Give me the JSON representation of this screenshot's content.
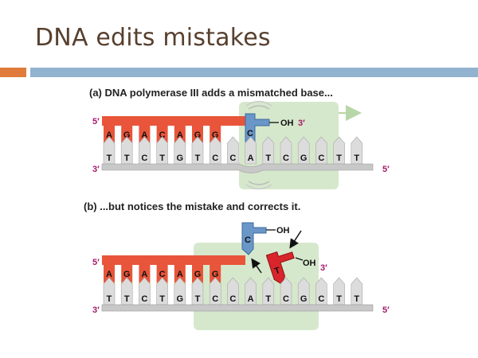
{
  "slide": {
    "title": "DNA edits mistakes"
  },
  "panel_a": {
    "caption": "(a) DNA polymerase III adds a mismatched base...",
    "top_5": "5′",
    "bottom_3": "3′",
    "bottom_5": "5′",
    "oh_label": "OH",
    "oh_3": "3′",
    "new_strand_bases": [
      "A",
      "G",
      "A",
      "C",
      "A",
      "G",
      "G"
    ],
    "mismatched_base": "C",
    "template_bases": [
      "T",
      "T",
      "C",
      "T",
      "G",
      "T",
      "C",
      "C",
      "A",
      "T",
      "C",
      "G",
      "C",
      "T",
      "T"
    ]
  },
  "panel_b": {
    "caption": "(b) ...but notices the mistake and corrects it.",
    "top_5": "5′",
    "bottom_3": "3′",
    "bottom_5": "5′",
    "removed_base": "C",
    "removed_oh": "OH",
    "incoming_base": "T",
    "incoming_oh": "OH",
    "incoming_3": "3′",
    "new_strand_bases": [
      "A",
      "G",
      "A",
      "C",
      "A",
      "G",
      "G"
    ],
    "template_bases": [
      "T",
      "T",
      "C",
      "T",
      "G",
      "T",
      "C",
      "C",
      "A",
      "T",
      "C",
      "G",
      "C",
      "T",
      "T"
    ]
  },
  "colors": {
    "title": "#58402f",
    "accent_orange": "#e07b3c",
    "accent_blue": "#92b3cf",
    "new_strand": "#e8553a",
    "backbone_gray": "#c8c8c8",
    "highlight_green": "#d6e8cc",
    "wrong_base_blue": "#6a96c8",
    "correct_base_red": "#d8252b",
    "label_magenta": "#a3196b",
    "hbond_yellow": "#f5d000"
  }
}
